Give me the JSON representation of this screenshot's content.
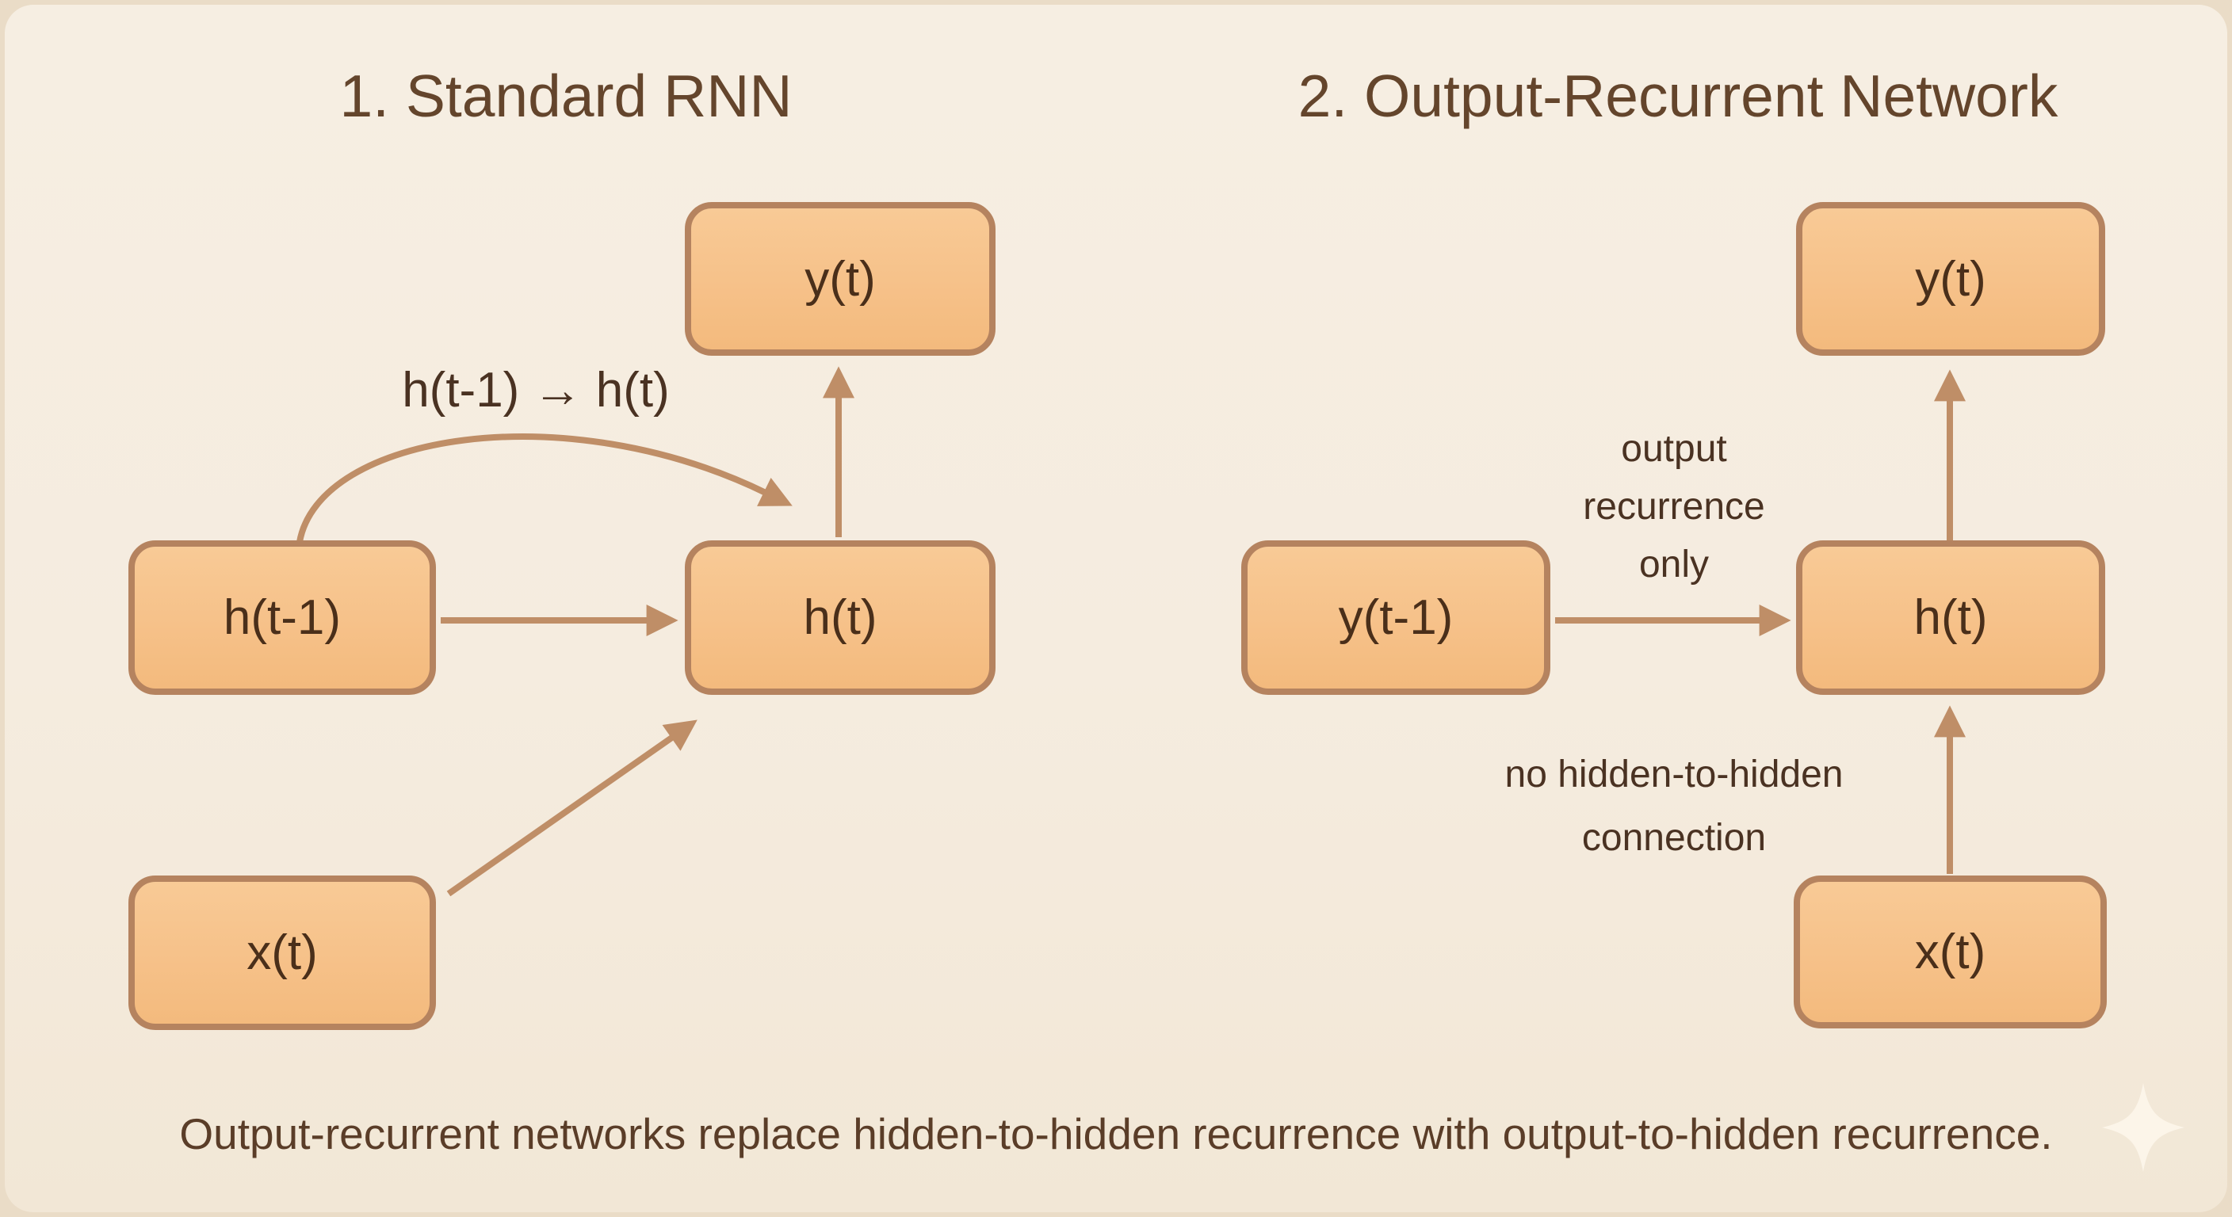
{
  "titles": {
    "left": "1. Standard RNN",
    "right": "2. Output-Recurrent Network"
  },
  "left_diagram": {
    "boxes": {
      "y": "y(t)",
      "h_prev": "h(t-1)",
      "h": "h(t)",
      "x": "x(t)"
    },
    "recurrence_label": "h(t-1) → h(t)"
  },
  "right_diagram": {
    "boxes": {
      "y": "y(t)",
      "y_prev": "y(t-1)",
      "h": "h(t)",
      "x": "x(t)"
    },
    "output_recurrence_lines": [
      "output",
      "recurrence",
      "only"
    ],
    "no_hidden_lines": [
      "no hidden-to-hidden",
      "connection"
    ]
  },
  "caption": "Output-recurrent networks replace hidden-to-hidden recurrence with output-to-hidden recurrence.",
  "colors": {
    "outer_bg": "#eadcc7",
    "card_bg": "#f5ecdf",
    "node_fill": "#f6c189",
    "node_border": "#b5835f",
    "node_text": "#4a2f1a",
    "arrow": "#bf8e67",
    "title_text": "#64452c",
    "annotation_text": "#4a3222",
    "caption_text": "#5a3d28",
    "sparkle": "#fcf5e9"
  }
}
